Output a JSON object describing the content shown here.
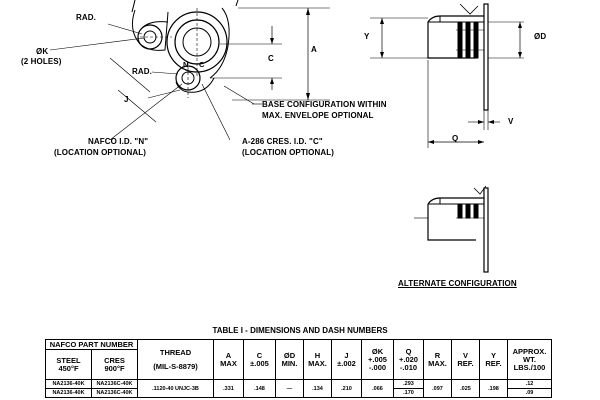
{
  "drawing": {
    "labels": {
      "rad_top": "RAD.",
      "dia_k": "ØK",
      "two_holes": "(2 HOLES)",
      "rad_mid": "RAD.",
      "dim_j": "J",
      "dim_c": "C",
      "dim_a": "A",
      "dim_n": "N",
      "dim_c_small": "C",
      "base_config_1": "BASE CONFIGURATION WITHIN",
      "base_config_2": "MAX. ENVELOPE OPTIONAL",
      "nafco_id_1": "NAFCO I.D. \"N\"",
      "nafco_id_2": "(LOCATION OPTIONAL)",
      "cres_id_1": "A-286 CRES. I.D. \"C\"",
      "cres_id_2": "(LOCATION OPTIONAL)",
      "dim_y": "Y",
      "dim_od": "ØD",
      "dim_v": "V",
      "dim_q": "Q",
      "alternate": "ALTERNATE CONFIGURATION"
    }
  },
  "table": {
    "title": "TABLE I - DIMENSIONS AND DASH NUMBERS",
    "group_header": "NAFCO PART NUMBER",
    "headers": {
      "steel": [
        "STEEL",
        "450°F"
      ],
      "cres": [
        "CRES",
        "900°F"
      ],
      "thread": [
        "THREAD",
        "(MIL-S-8879)"
      ],
      "a": [
        "A",
        "MAX"
      ],
      "c": [
        "C",
        "±.005"
      ],
      "d": [
        "ØD",
        "MIN."
      ],
      "h": [
        "H",
        "MAX."
      ],
      "j": [
        "J",
        "±.002"
      ],
      "k": [
        "ØK",
        "+.005",
        "-.000"
      ],
      "q": [
        "Q",
        "+.020",
        "-.010"
      ],
      "r": [
        "R",
        "MAX."
      ],
      "v": [
        "V",
        "REF."
      ],
      "y": [
        "Y",
        "REF."
      ],
      "wt": [
        "APPROX.",
        "WT.",
        "LBS./100"
      ]
    },
    "rows": [
      {
        "steel": "NA2136-40K",
        "cres": "NA2136C-40K",
        "thread": ".1120-40 UNJC-3B",
        "a": ".331",
        "c": ".148",
        "d": "—",
        "h": ".134",
        "j": ".210",
        "k": ".066",
        "q": ".293",
        "r": ".097",
        "v": ".025",
        "y": ".198",
        "wt": ".12"
      },
      {
        "steel": "NA2136-40K",
        "cres": "NA2136C-40K",
        "thread": "",
        "a": "",
        "c": "",
        "d": "",
        "h": "",
        "j": "",
        "k": "",
        "q": ".170",
        "r": "",
        "v": "",
        "y": "",
        "wt": ".09"
      }
    ]
  }
}
